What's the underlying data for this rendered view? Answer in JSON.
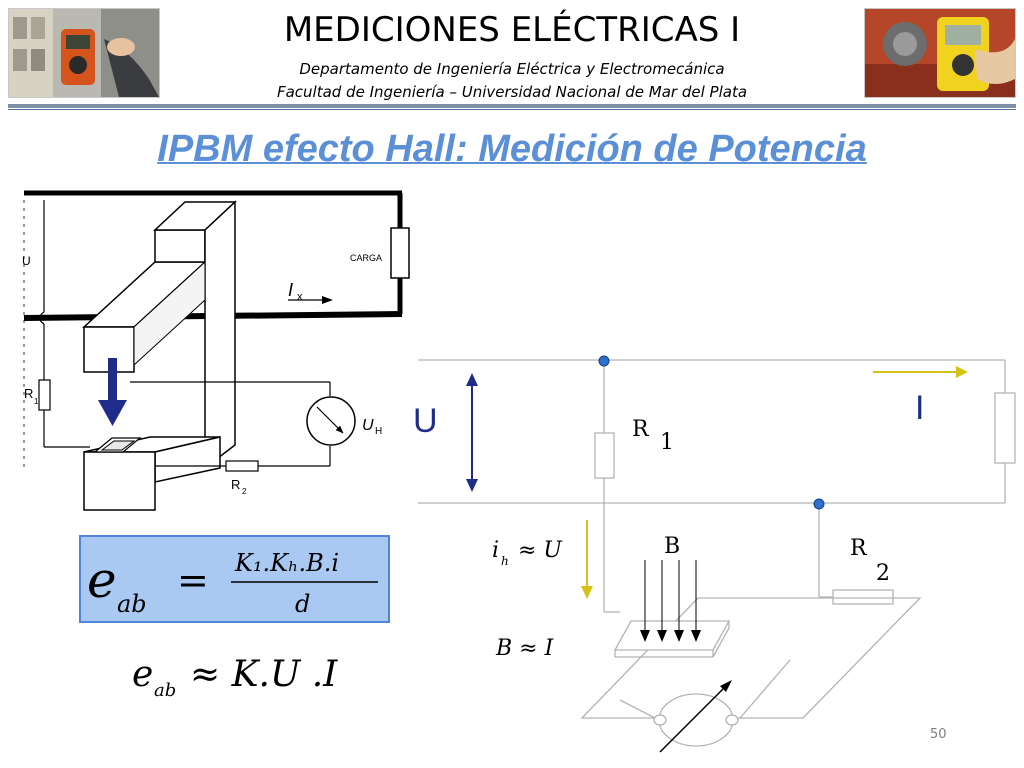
{
  "header": {
    "title": "MEDICIONES ELÉCTRICAS I",
    "subtitle_1": "Departamento de Ingeniería Eléctrica y Electromecánica",
    "subtitle_2": "Facultad de Ingeniería – Universidad Nacional de Mar del Plata"
  },
  "slide": {
    "title": "IPBM efecto Hall: Medición de Potencia",
    "page_number": "50"
  },
  "left_diagram": {
    "label_u": "U",
    "label_carga": "CARGA",
    "label_ix": "I",
    "label_ix_sub": "x",
    "label_r1": "R",
    "label_r1_sub": "1",
    "label_uh": "U",
    "label_uh_sub": "H",
    "label_r2": "R",
    "label_r2_sub": "2"
  },
  "right_diagram": {
    "label_u": "U",
    "label_i": "I",
    "label_r1": "R",
    "label_r1_num": "1",
    "label_r2": "R",
    "label_r2_num": "2",
    "label_b": "B",
    "eq_ih": "i",
    "eq_ih_sub": "h",
    "eq_ih_rhs": "≈ U",
    "eq_b": "B ≈ I"
  },
  "formulas": {
    "e": "e",
    "ab": "ab",
    "equals": "=",
    "numerator": "K₁.Kₕ.B.i",
    "denominator": "d",
    "approx": "≈ K.U .I"
  },
  "colors": {
    "title_blue": "#5b8fd6",
    "arrow_navy": "#1f2c8a",
    "arrow_yellow": "#d4c214",
    "eq_box_fill": "#a9c9f3",
    "node_blue": "#2e6fd0"
  },
  "icons": {
    "left_photo": "multimeter-photo",
    "right_photo": "multimeter-photo"
  }
}
